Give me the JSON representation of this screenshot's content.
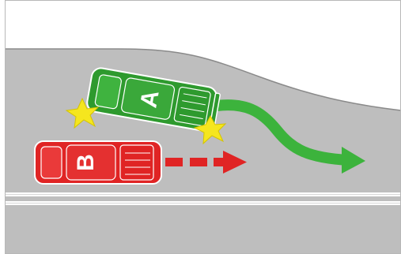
{
  "diagram": {
    "vehicles": [
      {
        "id": "A",
        "label": "A",
        "color": "#2e9a2e",
        "role": "merging-vehicle"
      },
      {
        "id": "B",
        "label": "B",
        "color": "#e02424",
        "role": "vehicle-in-lane"
      }
    ],
    "colors": {
      "road": "#bebebe",
      "background": "#ffffff",
      "road_edge": "#8a8a8a",
      "lane_line": "#ffffff",
      "impact": "#f5e61e",
      "path_a": "#3cb33c",
      "path_b": "#e02424",
      "border": "#b8b8b8"
    },
    "icons": [
      "impact-star-icon",
      "impact-star-icon",
      "curved-arrow-icon",
      "dashed-arrow-icon"
    ]
  }
}
